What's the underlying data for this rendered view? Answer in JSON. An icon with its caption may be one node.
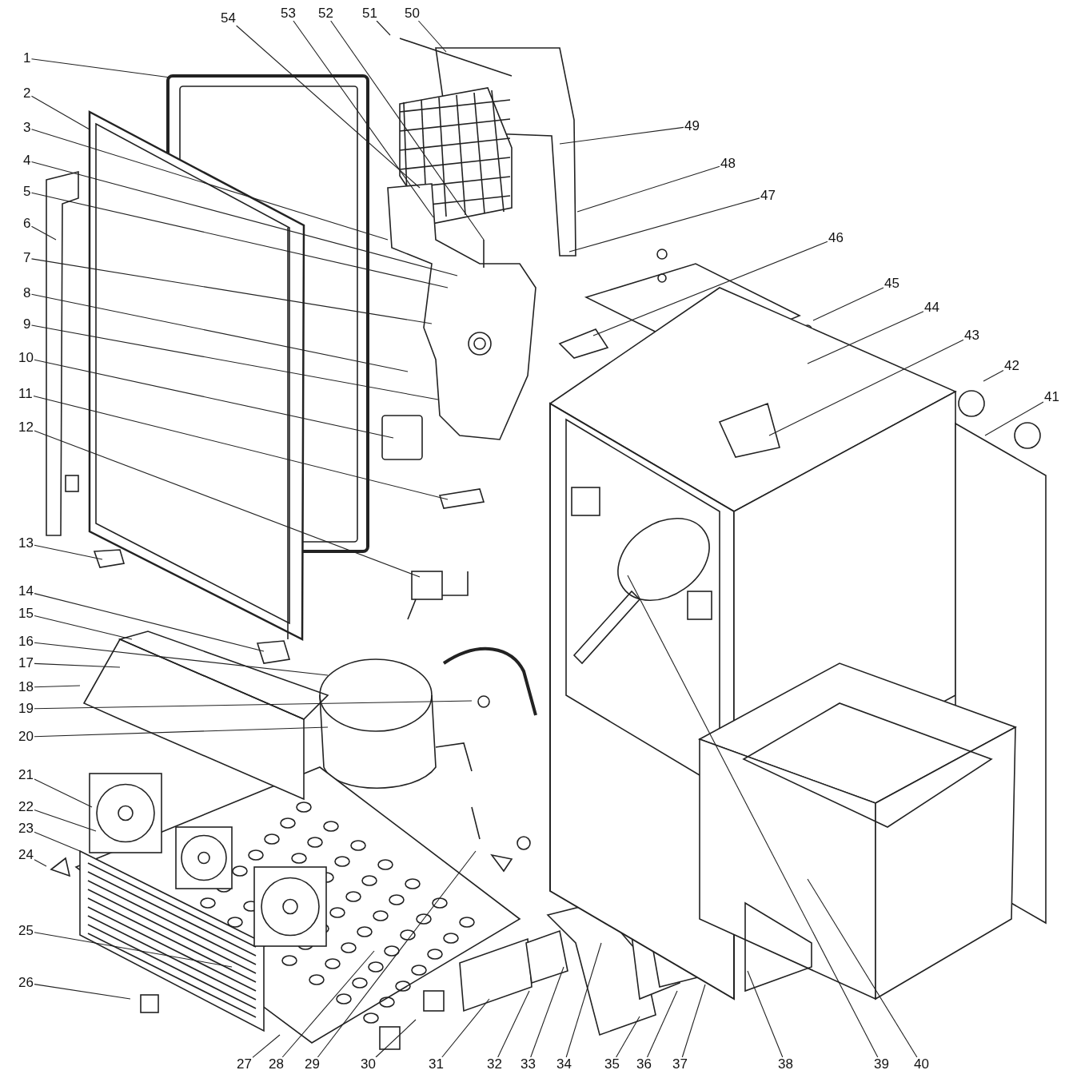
{
  "diagram": {
    "nodes": [
      {
        "text": [
          "1"
        ]
      },
      {
        "text": [
          "2"
        ]
      },
      {
        "text": [
          "3"
        ]
      },
      {
        "text": [
          "4"
        ]
      },
      {
        "text": [
          "5"
        ]
      },
      {
        "text": [
          "6"
        ]
      },
      {
        "text": [
          "7"
        ]
      },
      {
        "text": [
          "8"
        ]
      },
      {
        "text": [
          "9"
        ]
      },
      {
        "text": [
          "10"
        ]
      },
      {
        "text": [
          "11"
        ]
      },
      {
        "text": [
          "12"
        ]
      },
      {
        "text": [
          "13"
        ]
      },
      {
        "text": [
          "14"
        ]
      },
      {
        "text": [
          "15"
        ]
      },
      {
        "text": [
          "16"
        ]
      },
      {
        "text": [
          "17"
        ]
      },
      {
        "text": [
          "18"
        ]
      },
      {
        "text": [
          "19"
        ]
      },
      {
        "text": [
          "20"
        ]
      },
      {
        "text": [
          "21"
        ]
      },
      {
        "text": [
          "22"
        ]
      },
      {
        "text": [
          "23"
        ]
      },
      {
        "text": [
          "24"
        ]
      },
      {
        "text": [
          "25"
        ]
      },
      {
        "text": [
          "26"
        ]
      },
      {
        "text": [
          "27"
        ]
      },
      {
        "text": [
          "28"
        ]
      },
      {
        "text": [
          "29"
        ]
      },
      {
        "text": [
          "30"
        ]
      },
      {
        "text": [
          "31"
        ]
      },
      {
        "text": [
          "32"
        ]
      },
      {
        "text": [
          "33"
        ]
      },
      {
        "text": [
          "34"
        ]
      },
      {
        "text": [
          "35"
        ]
      },
      {
        "text": [
          "36"
        ]
      },
      {
        "text": [
          "37"
        ]
      },
      {
        "text": [
          "38"
        ]
      },
      {
        "text": [
          "39"
        ]
      },
      {
        "text": [
          "40"
        ]
      },
      {
        "text": [
          "41"
        ]
      },
      {
        "text": [
          "42"
        ]
      },
      {
        "text": [
          "43"
        ]
      },
      {
        "text": [
          "44"
        ]
      },
      {
        "text": [
          "45"
        ]
      },
      {
        "text": [
          "46"
        ]
      },
      {
        "text": [
          "47"
        ]
      },
      {
        "text": [
          "48"
        ]
      },
      {
        "text": [
          "49"
        ]
      },
      {
        "text": [
          "50"
        ]
      },
      {
        "text": [
          "51"
        ]
      },
      {
        "text": [
          "52"
        ]
      },
      {
        "text": [
          "53"
        ]
      },
      {
        "text": [
          "54"
        ]
      }
    ],
    "edges": [
      {
        "from": 0,
        "to": null,
        "arrow": "none"
      },
      {
        "from": 1,
        "to": null,
        "arrow": "none"
      },
      {
        "from": 2,
        "to": null,
        "arrow": "none"
      },
      {
        "from": 3,
        "to": null,
        "arrow": "none"
      },
      {
        "from": 4,
        "to": null,
        "arrow": "none"
      },
      {
        "from": 5,
        "to": null,
        "arrow": "none"
      },
      {
        "from": 6,
        "to": null,
        "arrow": "none"
      },
      {
        "from": 7,
        "to": null,
        "arrow": "none"
      },
      {
        "from": 8,
        "to": null,
        "arrow": "none"
      },
      {
        "from": 9,
        "to": null,
        "arrow": "none"
      },
      {
        "from": 10,
        "to": null,
        "arrow": "none"
      },
      {
        "from": 11,
        "to": null,
        "arrow": "none"
      },
      {
        "from": 12,
        "to": null,
        "arrow": "none"
      },
      {
        "from": 13,
        "to": null,
        "arrow": "none"
      },
      {
        "from": 14,
        "to": null,
        "arrow": "none"
      },
      {
        "from": 15,
        "to": null,
        "arrow": "none"
      },
      {
        "from": 16,
        "to": null,
        "arrow": "none"
      },
      {
        "from": 17,
        "to": null,
        "arrow": "none"
      },
      {
        "from": 18,
        "to": null,
        "arrow": "none"
      },
      {
        "from": 19,
        "to": null,
        "arrow": "none"
      },
      {
        "from": 20,
        "to": null,
        "arrow": "none"
      },
      {
        "from": 21,
        "to": null,
        "arrow": "none"
      },
      {
        "from": 22,
        "to": null,
        "arrow": "none"
      },
      {
        "from": 23,
        "to": null,
        "arrow": "none"
      },
      {
        "from": 24,
        "to": null,
        "arrow": "none"
      },
      {
        "from": 25,
        "to": null,
        "arrow": "none"
      },
      {
        "from": 26,
        "to": null,
        "arrow": "none"
      },
      {
        "from": 27,
        "to": null,
        "arrow": "none"
      },
      {
        "from": 28,
        "to": null,
        "arrow": "none"
      },
      {
        "from": 29,
        "to": null,
        "arrow": "none"
      },
      {
        "from": 30,
        "to": null,
        "arrow": "none"
      },
      {
        "from": 31,
        "to": null,
        "arrow": "none"
      },
      {
        "from": 32,
        "to": null,
        "arrow": "none"
      },
      {
        "from": 33,
        "to": null,
        "arrow": "none"
      },
      {
        "from": 34,
        "to": null,
        "arrow": "none"
      },
      {
        "from": 35,
        "to": null,
        "arrow": "none"
      },
      {
        "from": 36,
        "to": null,
        "arrow": "none"
      },
      {
        "from": 37,
        "to": null,
        "arrow": "none"
      },
      {
        "from": 38,
        "to": null,
        "arrow": "none"
      },
      {
        "from": 39,
        "to": null,
        "arrow": "none"
      },
      {
        "from": 40,
        "to": null,
        "arrow": "none"
      },
      {
        "from": 41,
        "to": null,
        "arrow": "none"
      },
      {
        "from": 42,
        "to": null,
        "arrow": "none"
      },
      {
        "from": 43,
        "to": null,
        "arrow": "none"
      },
      {
        "from": 44,
        "to": null,
        "arrow": "none"
      },
      {
        "from": 45,
        "to": null,
        "arrow": "none"
      },
      {
        "from": 46,
        "to": null,
        "arrow": "none"
      },
      {
        "from": 47,
        "to": null,
        "arrow": "none"
      },
      {
        "from": 48,
        "to": null,
        "arrow": "none"
      },
      {
        "from": 49,
        "to": null,
        "arrow": "none"
      },
      {
        "from": 50,
        "to": null,
        "arrow": "none"
      },
      {
        "from": 51,
        "to": null,
        "arrow": "none"
      },
      {
        "from": 52,
        "to": null,
        "arrow": "none"
      },
      {
        "from": 53,
        "to": null,
        "arrow": "none"
      }
    ]
  }
}
